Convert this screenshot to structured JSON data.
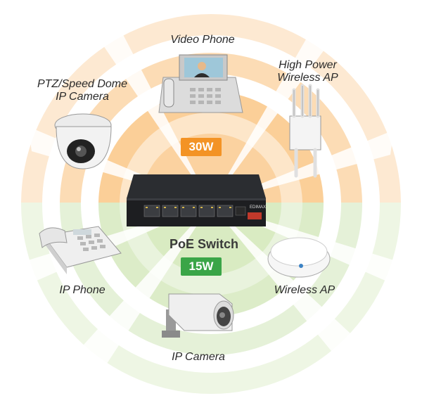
{
  "diagram": {
    "center_label": "PoE Switch",
    "high_power_badge": "30W",
    "low_power_badge": "15W",
    "switch_brand": "EDIMAX",
    "colors": {
      "high_power": "#f39325",
      "low_power": "#3aa547",
      "ring_orange": "#fbd5a6",
      "ring_green": "#d9ecc4"
    },
    "devices_top": [
      {
        "label": "Video Phone",
        "icon": "video-phone-icon"
      },
      {
        "label_line1": "PTZ/Speed Dome",
        "label_line2": "IP Camera",
        "icon": "dome-camera-icon"
      },
      {
        "label_line1": "High Power",
        "label_line2": "Wireless AP",
        "icon": "outdoor-ap-icon"
      }
    ],
    "devices_bottom": [
      {
        "label": "IP Phone",
        "icon": "ip-phone-icon"
      },
      {
        "label": "Wireless AP",
        "icon": "ceiling-ap-icon"
      },
      {
        "label": "IP Camera",
        "icon": "bullet-camera-icon"
      }
    ]
  }
}
